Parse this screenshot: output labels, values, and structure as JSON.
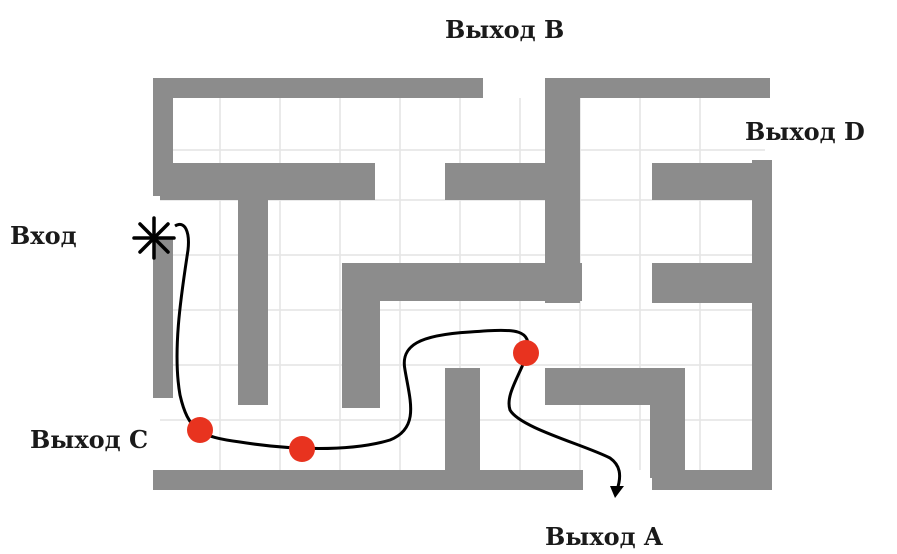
{
  "labels": {
    "entrance": "Вход",
    "exit_a": "Выход A",
    "exit_b": "Выход B",
    "exit_c": "Выход C",
    "exit_d": "Выход D"
  },
  "colors": {
    "wall": "#8c8c8c",
    "grid": "#e4e4e4",
    "path": "#000000",
    "marker": "#e8331f",
    "background": "#ffffff"
  },
  "icons": {
    "entrance_marker": "asterisk-icon",
    "path_end": "arrow-head-icon",
    "stops": "red-dot-icon"
  },
  "stops_count": 3
}
